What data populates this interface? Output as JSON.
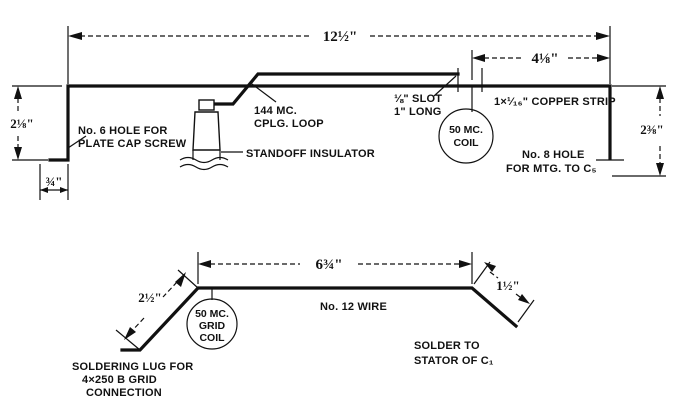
{
  "top_assembly": {
    "overall_length": "12½\"",
    "right_segment": "4⅛\"",
    "left_height": "2⅛\"",
    "right_height": "2⅜\"",
    "tab_width": "¾\"",
    "coupling_loop": [
      "144 MC.",
      "CPLG. LOOP"
    ],
    "slot": [
      "⅛\" SLOT",
      "1\" LONG"
    ],
    "copper_strip": "1×¹⁄₁₆\" COPPER STRIP",
    "coil": [
      "50 MC.",
      "COIL"
    ],
    "plate_cap_hole": [
      "No. 6 HOLE FOR",
      "PLATE CAP SCREW"
    ],
    "standoff": "STANDOFF INSULATOR",
    "mtg_hole": [
      "No. 8 HOLE",
      "FOR MTG. TO C₅"
    ]
  },
  "bottom_assembly": {
    "center_length": "6¾\"",
    "left_leg": "2½\"",
    "right_leg": "1½\"",
    "wire": "No. 12 WIRE",
    "grid_coil": [
      "50 MC.",
      "GRID",
      "COIL"
    ],
    "solder_stator": [
      "SOLDER TO",
      "STATOR OF C₁"
    ],
    "soldering_lug": [
      "SOLDERING LUG FOR",
      "4×250 B GRID",
      "CONNECTION"
    ]
  }
}
